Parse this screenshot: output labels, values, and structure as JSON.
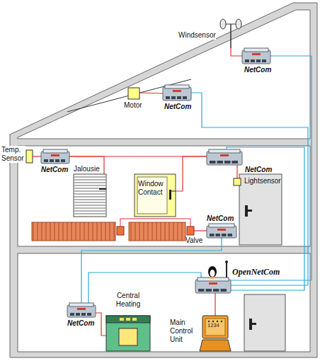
{
  "diagram": {
    "nodes": [
      {
        "text": [
          "Windsensor"
        ]
      },
      {
        "text": [
          "NetCom"
        ]
      },
      {
        "text": [
          "Motor"
        ]
      },
      {
        "text": [
          "NetCom"
        ]
      },
      {
        "text": [
          "Temp. Sensor"
        ]
      },
      {
        "text": [
          "NetCom"
        ]
      },
      {
        "text": [
          "Jalousie"
        ]
      },
      {
        "text": [
          "Window Contact"
        ]
      },
      {
        "text": [
          "NetCom"
        ]
      },
      {
        "text": [
          "Lightsensor"
        ]
      },
      {
        "text": [
          "Valve"
        ]
      },
      {
        "text": [
          "NetCom"
        ]
      },
      {
        "text": [
          "NetCom"
        ]
      },
      {
        "text": [
          "Central Heating"
        ]
      },
      {
        "text": [
          "OpenNetCom"
        ]
      },
      {
        "text": [
          "Main Control Unit"
        ]
      }
    ],
    "edges": [
      {
        "from": 0,
        "to": 1,
        "arrow": "none"
      },
      {
        "from": 2,
        "to": 3,
        "arrow": "none"
      },
      {
        "from": 4,
        "to": 5,
        "arrow": "none"
      },
      {
        "from": 6,
        "to": 5,
        "arrow": "none"
      },
      {
        "from": 5,
        "to": 8,
        "arrow": "none"
      },
      {
        "from": 7,
        "to": 8,
        "arrow": "none"
      },
      {
        "from": 9,
        "to": 8,
        "arrow": "none"
      },
      {
        "from": 10,
        "to": 11,
        "arrow": "none"
      },
      {
        "from": 13,
        "to": 12,
        "arrow": "none"
      },
      {
        "from": 14,
        "to": 15,
        "arrow": "none"
      },
      {
        "from": 1,
        "to": 14,
        "arrow": "none"
      },
      {
        "from": 3,
        "to": 14,
        "arrow": "none"
      },
      {
        "from": 8,
        "to": 14,
        "arrow": "none"
      },
      {
        "from": 11,
        "to": 12,
        "arrow": "none"
      },
      {
        "from": 12,
        "to": 14,
        "arrow": "none"
      }
    ],
    "labels": [
      "1234"
    ]
  }
}
